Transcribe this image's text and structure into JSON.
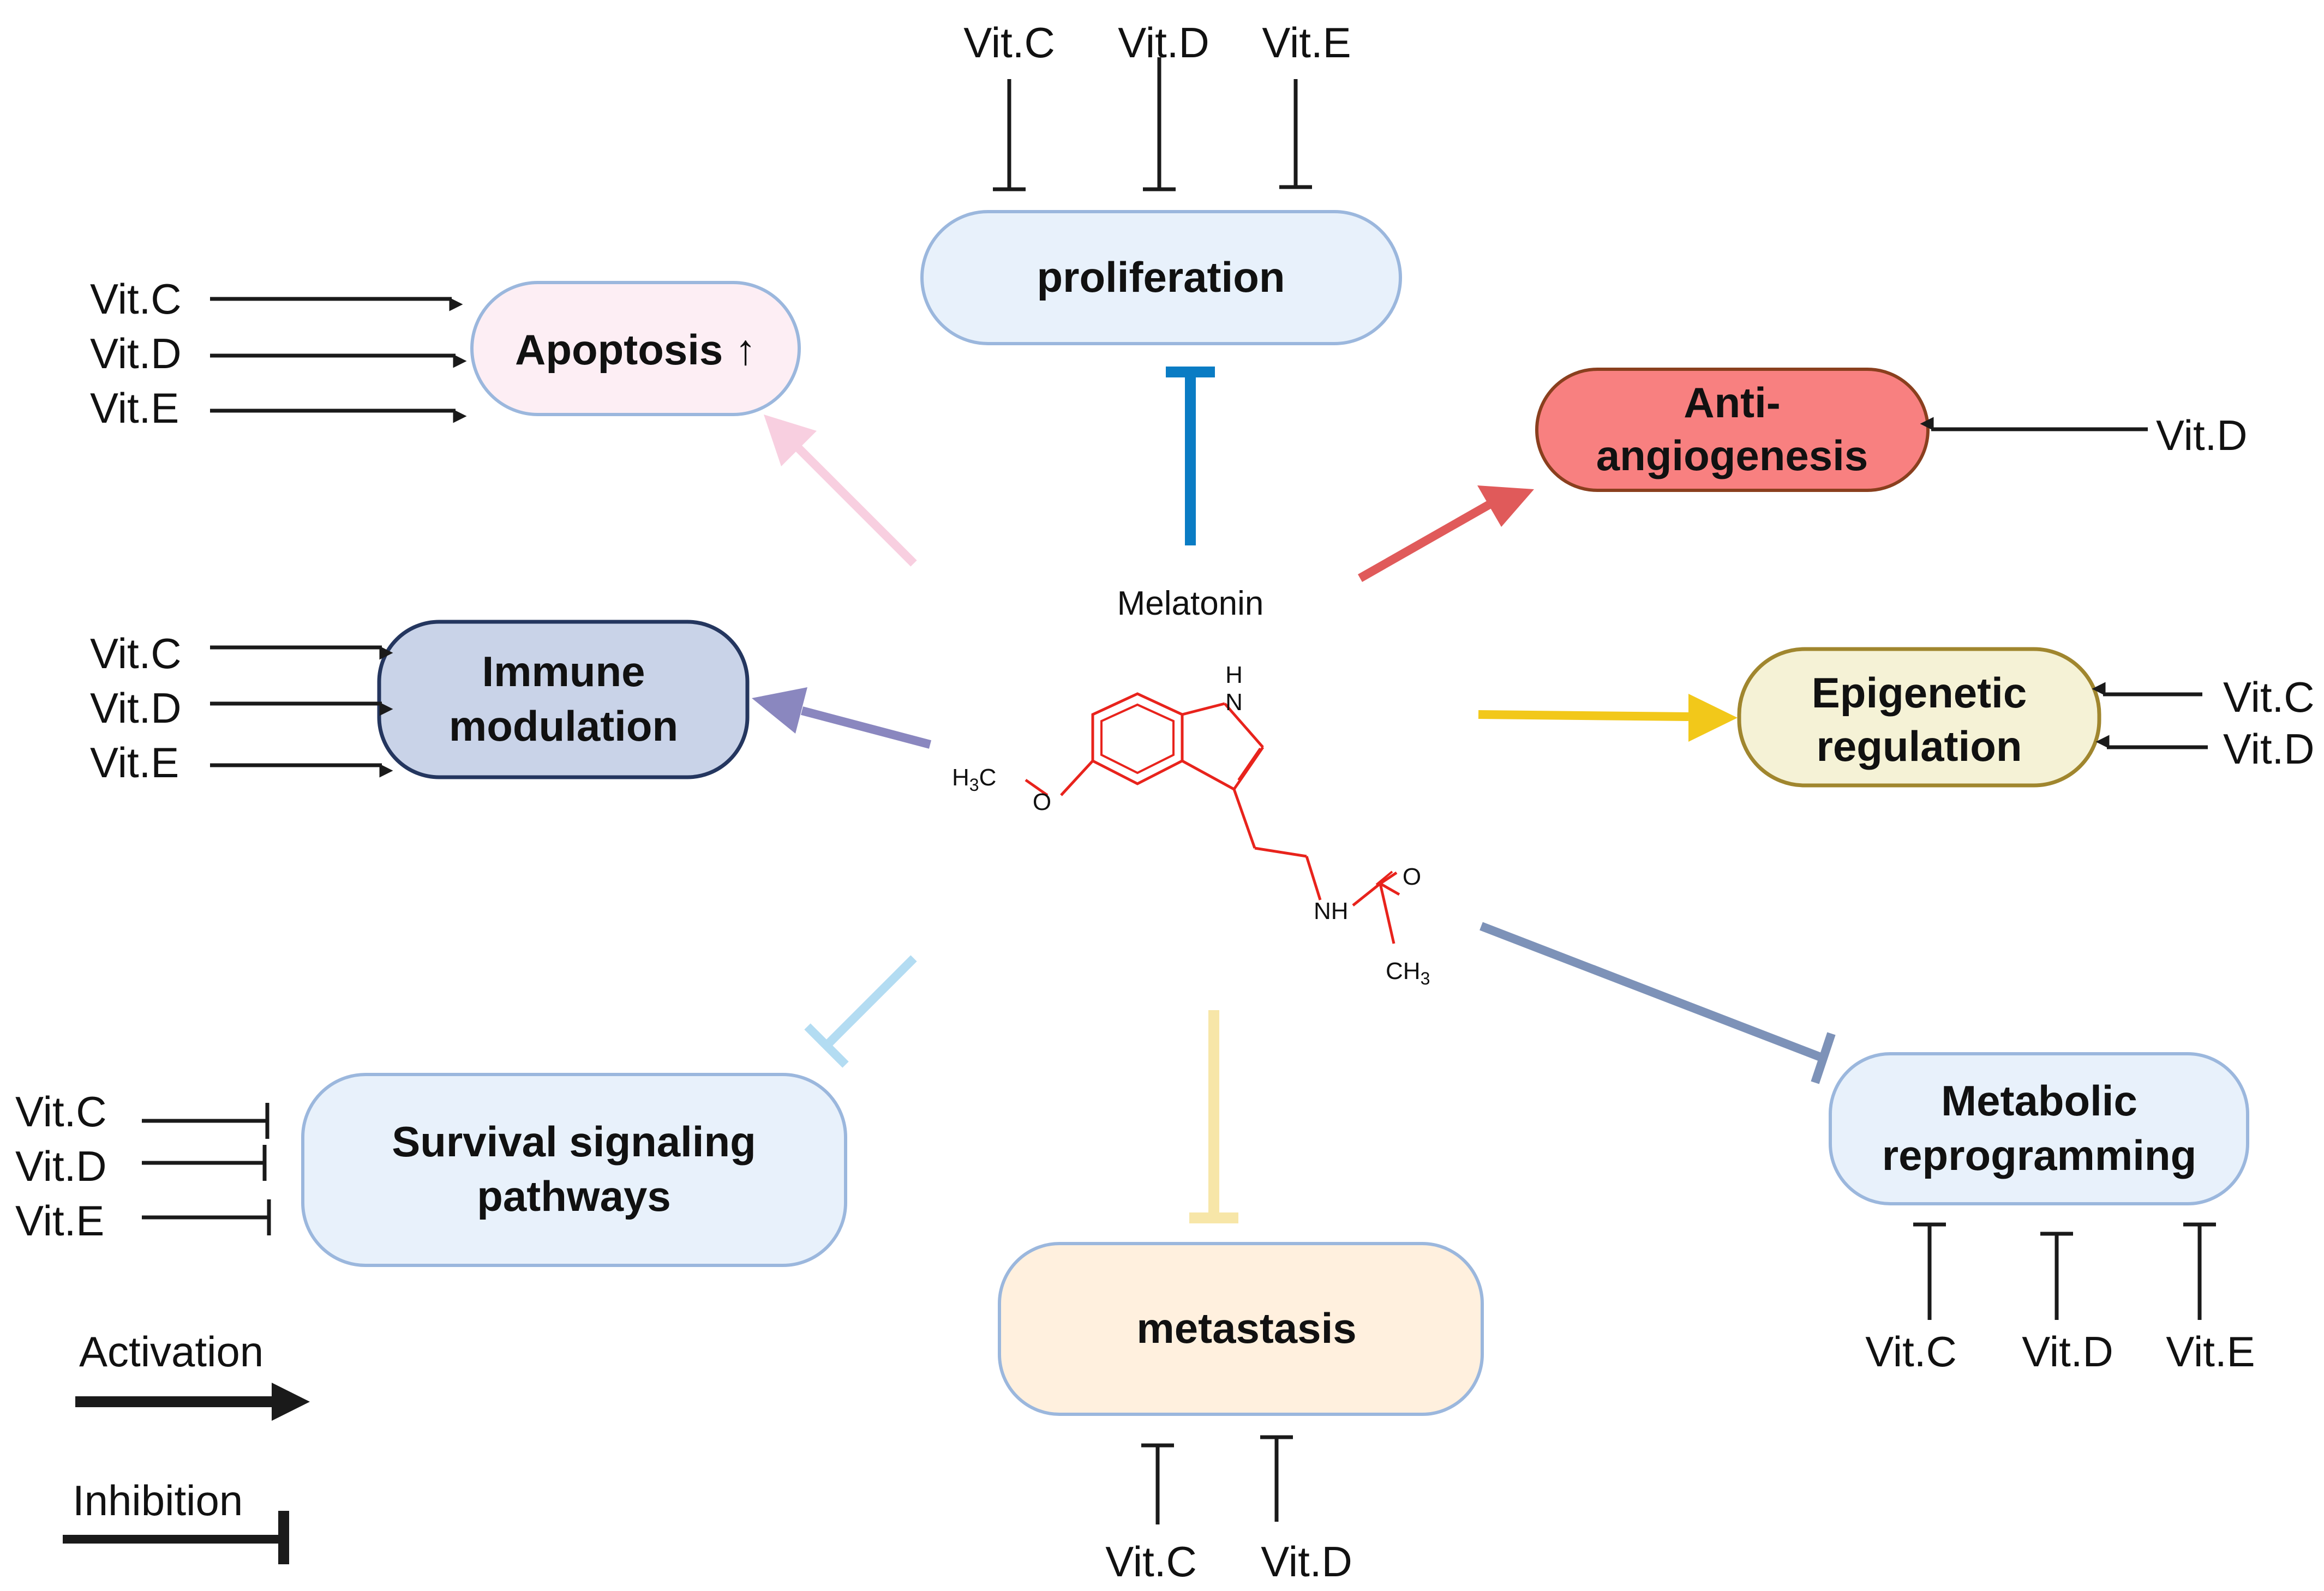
{
  "center": {
    "label": "Melatonin",
    "atoms": {
      "h": "H",
      "n": "N",
      "h3c": "H3C",
      "o_ether": "O",
      "nh": "NH",
      "o_carbonyl": "O",
      "ch3": "CH3"
    }
  },
  "nodes": {
    "proliferation": {
      "label_lines": [
        "proliferation"
      ],
      "fill": "#e8f1fb",
      "stroke": "#9bb7dd"
    },
    "apoptosis": {
      "label_lines": [
        "Apoptosis ↑"
      ],
      "fill": "#fdeef4",
      "stroke": "#9bb7dd"
    },
    "anti_angiogenesis": {
      "label_lines": [
        "Anti-",
        "angiogenesis"
      ],
      "fill": "#f88080",
      "stroke": "#8a3f1e"
    },
    "immune_modulation": {
      "label_lines": [
        "Immune",
        "modulation"
      ],
      "fill": "#c9d3e8",
      "stroke": "#24365f"
    },
    "epigenetic_regulation": {
      "label_lines": [
        "Epigenetic",
        "regulation"
      ],
      "fill": "#f5f2d6",
      "stroke": "#a0862e"
    },
    "survival_signaling": {
      "label_lines": [
        "Survival signaling",
        "pathways"
      ],
      "fill": "#e8f1fb",
      "stroke": "#9bb7dd"
    },
    "metastasis": {
      "label_lines": [
        "metastasis"
      ],
      "fill": "#fff0de",
      "stroke": "#9bb7dd"
    },
    "metabolic_reprogramming": {
      "label_lines": [
        "Metabolic",
        "reprogramming"
      ],
      "fill": "#e8f1fb",
      "stroke": "#9bb7dd"
    }
  },
  "center_links": {
    "proliferation": {
      "type": "inhibition",
      "color": "#0a7cc4"
    },
    "apoptosis": {
      "type": "activation",
      "color": "#f8cfe0"
    },
    "anti_angiogenesis": {
      "type": "activation",
      "color": "#e05a5a"
    },
    "immune_modulation": {
      "type": "activation",
      "color": "#8a87bf"
    },
    "epigenetic_regulation": {
      "type": "activation",
      "color": "#f2c81a"
    },
    "survival_signaling": {
      "type": "inhibition",
      "color": "#b3dcf2"
    },
    "metastasis": {
      "type": "inhibition",
      "color": "#f7e6a8"
    },
    "metabolic_reprogramming": {
      "type": "inhibition",
      "color": "#7d92b8"
    }
  },
  "vitamins": {
    "proliferation": [
      "Vit.C",
      "Vit.D",
      "Vit.E"
    ],
    "apoptosis": [
      "Vit.C",
      "Vit.D",
      "Vit.E"
    ],
    "anti_angiogenesis": [
      "Vit.D"
    ],
    "immune_modulation": [
      "Vit.C",
      "Vit.D",
      "Vit.E"
    ],
    "epigenetic_regulation": [
      "Vit.C",
      "Vit.D"
    ],
    "survival_signaling": [
      "Vit.C",
      "Vit.D",
      "Vit.E"
    ],
    "metastasis": [
      "Vit.C",
      "Vit.D"
    ],
    "metabolic_reprogramming": [
      "Vit.C",
      "Vit.D",
      "Vit.E"
    ]
  },
  "legend": {
    "activation": "Activation",
    "inhibition": "Inhibition"
  },
  "colors": {
    "line": "#1a1a1a",
    "molecule": "#e8231c"
  }
}
